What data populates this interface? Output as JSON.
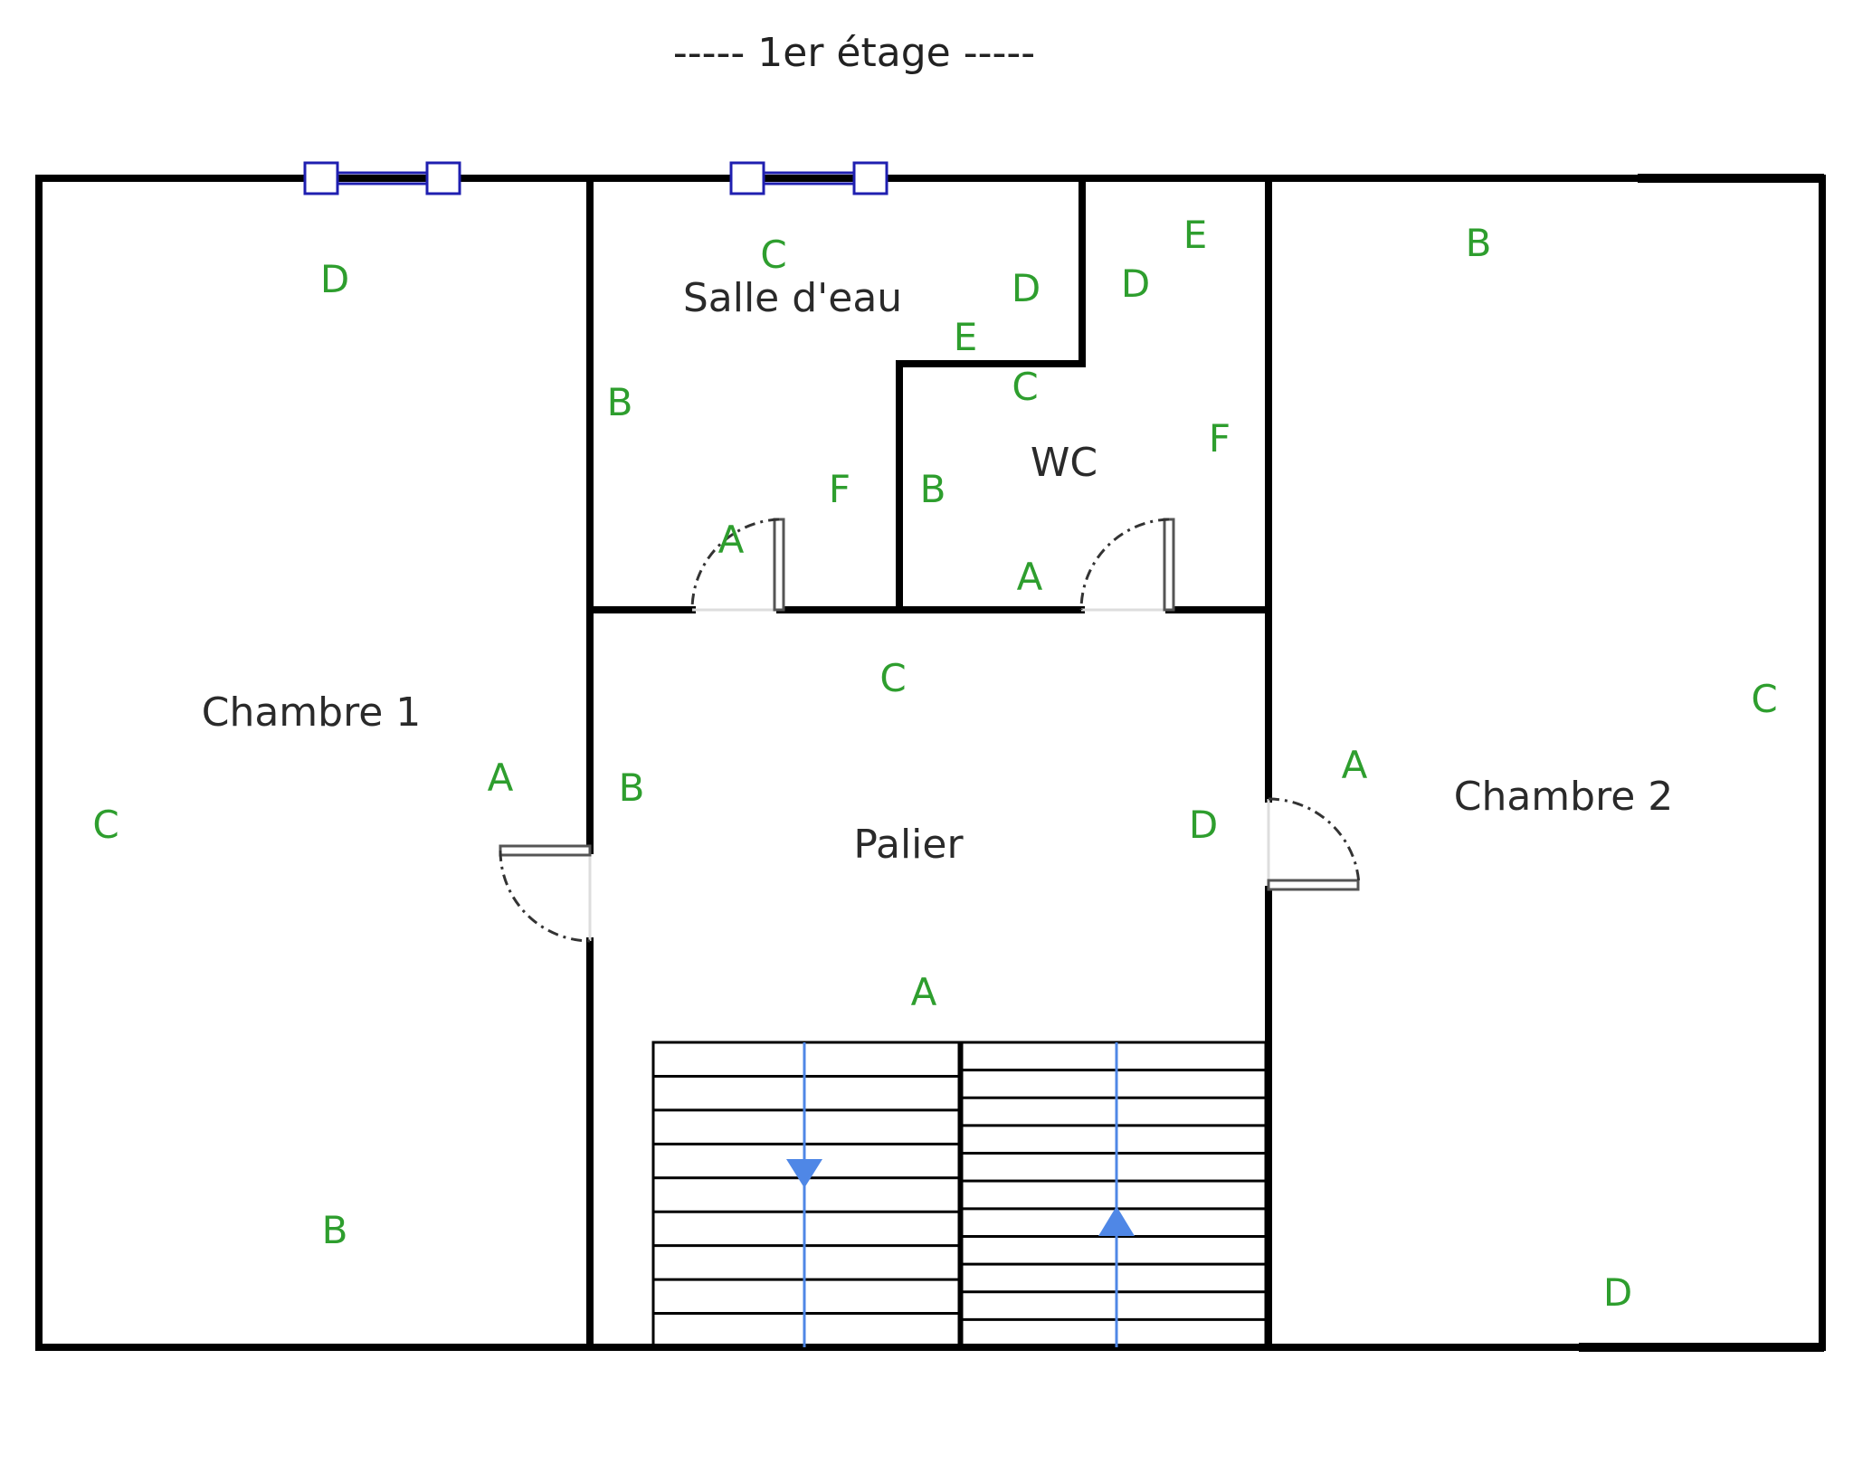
{
  "title": "----- 1er étage -----",
  "colors": {
    "wall": "#000000",
    "wall_label": "#2e9e2e",
    "window": "#1f1fb0",
    "stair_arrow": "#4f87e6"
  },
  "rooms": {
    "chambre1": "Chambre 1",
    "salle_deau": "Salle d'eau",
    "wc": "WC",
    "palier": "Palier",
    "chambre2": "Chambre 2"
  },
  "wall_labels": {
    "chambre1": {
      "top": "D",
      "left": "C",
      "right": "A",
      "bottom": "B"
    },
    "salle_deau": {
      "top": "C",
      "left": "B",
      "right": "D",
      "notch": "E",
      "door": "A",
      "bottom_right": "F"
    },
    "wc": {
      "top_left": "D",
      "top_right": "E",
      "notch": "C",
      "left": "B",
      "right": "F",
      "bottom": "A"
    },
    "palier": {
      "top": "C",
      "left": "B",
      "right": "D",
      "bottom": "A"
    },
    "chambre2": {
      "top": "B",
      "right": "C",
      "left": "A",
      "bottom": "D"
    }
  },
  "stairs": {
    "left_direction": "down",
    "right_direction": "up"
  }
}
